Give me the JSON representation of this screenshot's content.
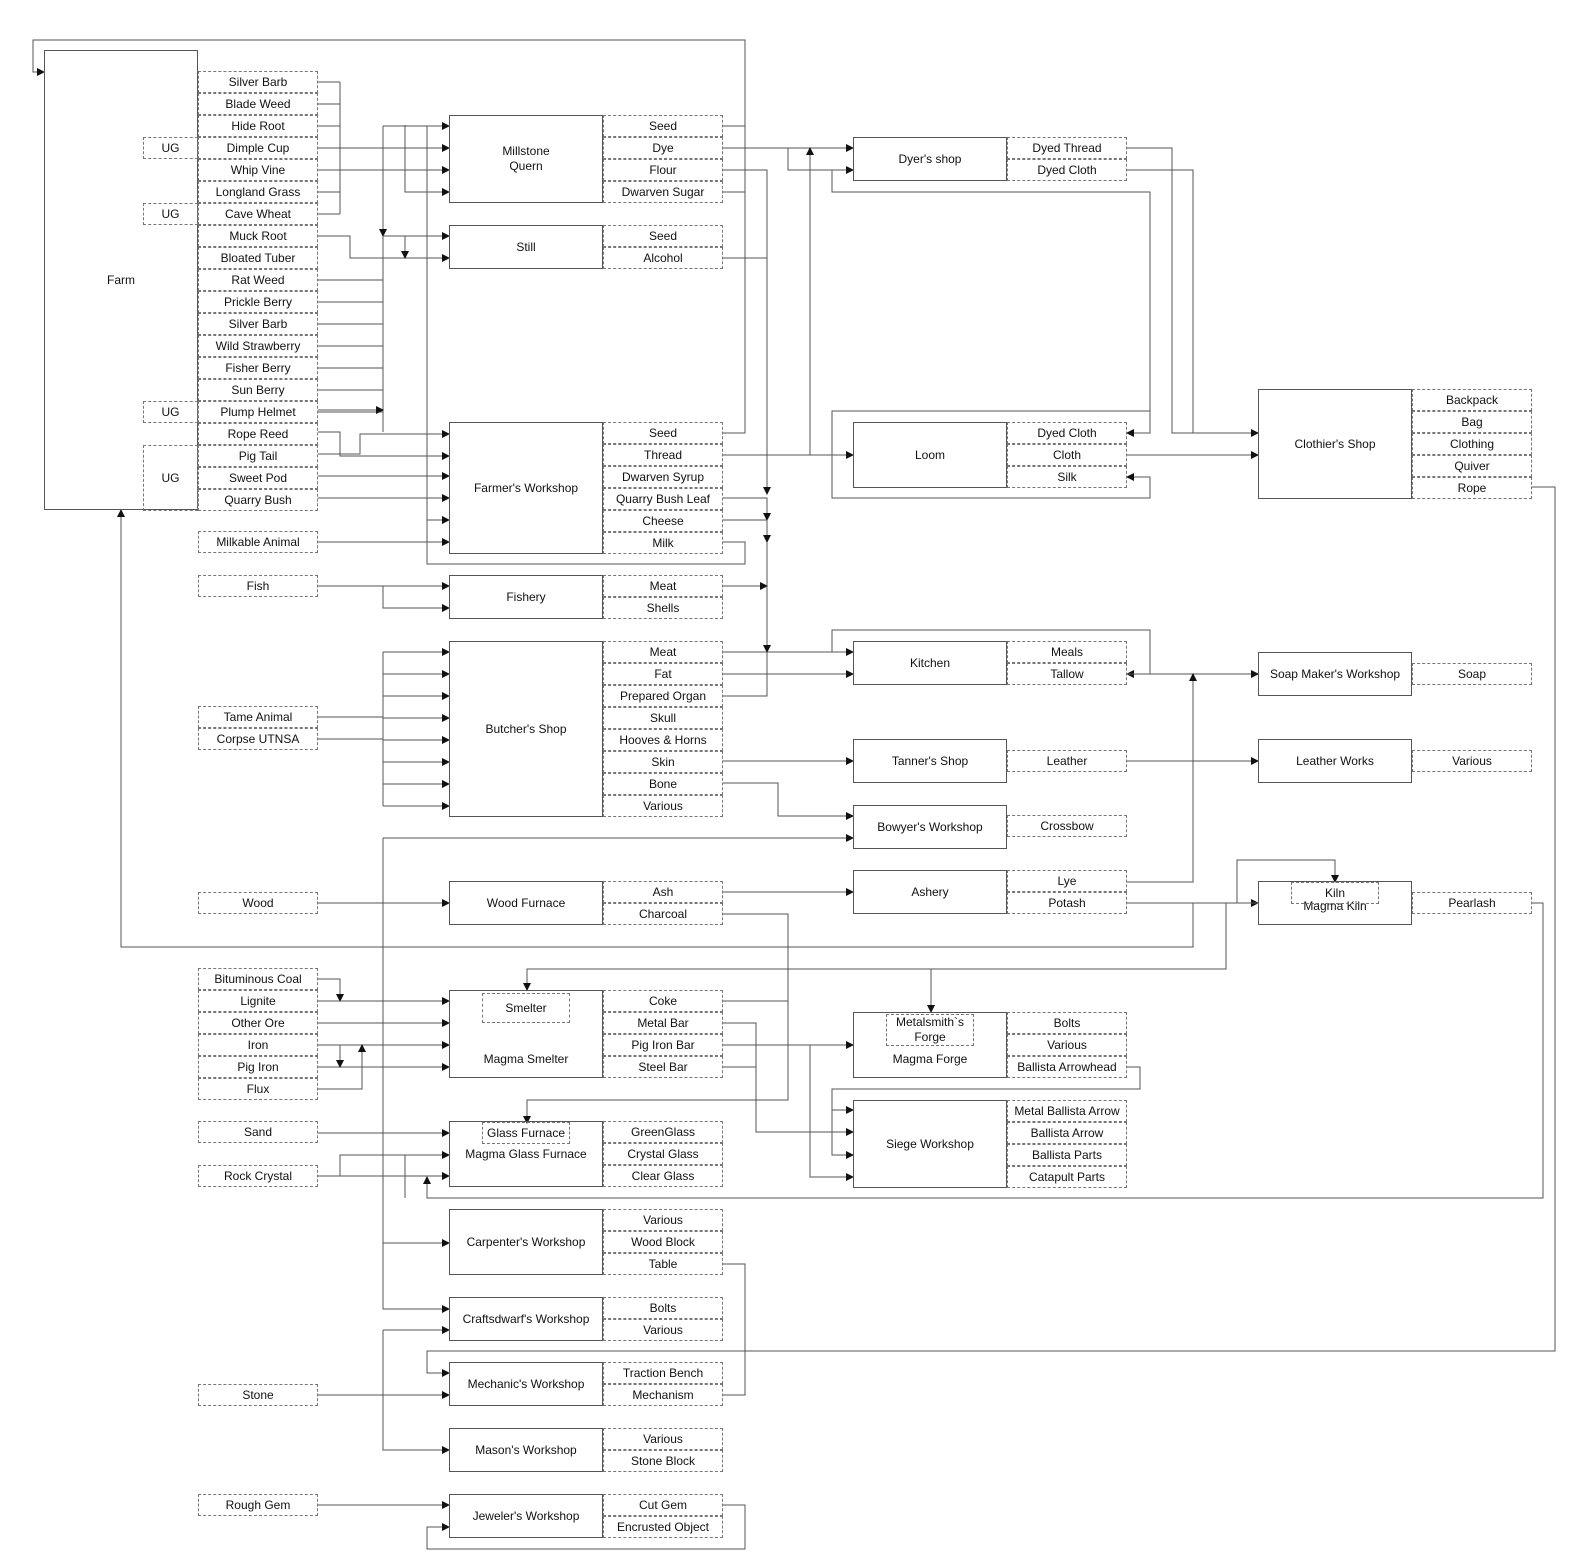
{
  "workshops": {
    "farm": "Farm",
    "millstone": "Millstone\nQuern",
    "still": "Still",
    "farmers": "Farmer's Workshop",
    "fishery": "Fishery",
    "butchers": "Butcher's Shop",
    "dyers": "Dyer's shop",
    "loom": "Loom",
    "clothiers": "Clothier's Shop",
    "kitchen": "Kitchen",
    "soapmaker": "Soap Maker's Workshop",
    "tanners": "Tanner's Shop",
    "leatherworks": "Leather Works",
    "bowyers": "Bowyer's Workshop",
    "woodfurnace": "Wood Furnace",
    "ashery": "Ashery",
    "magmakiln": "Magma Kiln",
    "kiln": "Kiln",
    "magmasmelter": "Magma Smelter",
    "smelter": "Smelter",
    "magmaforge": "Magma Forge",
    "metalsmith": "Metalsmith`s\nForge",
    "siege": "Siege Workshop",
    "magmaglass": "Magma Glass Furnace",
    "glassfurnace": "Glass Furnace",
    "carpenters": "Carpenter's Workshop",
    "craftsdwarfs": "Craftsdwarf's Workshop",
    "mechanics": "Mechanic's Workshop",
    "masons": "Mason's Workshop",
    "jewelers": "Jeweler's Workshop"
  },
  "ug_label": "UG",
  "farm_crops": [
    "Silver Barb",
    "Blade Weed",
    "Hide Root",
    "Dimple Cup",
    "Whip Vine",
    "Longland Grass",
    "Cave Wheat",
    "Muck Root",
    "Bloated Tuber",
    "Rat Weed",
    "Prickle Berry",
    "Silver Barb",
    "Wild Strawberry",
    "Fisher Berry",
    "Sun Berry",
    "Plump Helmet",
    "Rope Reed",
    "Pig Tail",
    "Sweet Pod",
    "Quarry Bush"
  ],
  "inputs": {
    "milkable_animal": "Milkable Animal",
    "fish": "Fish",
    "tame_animal": "Tame Animal",
    "corpse": "Corpse UTNSA",
    "wood": "Wood",
    "ores": [
      "Bituminous Coal",
      "Lignite",
      "Other Ore",
      "Iron",
      "Pig Iron",
      "Flux"
    ],
    "sand": "Sand",
    "rock_crystal": "Rock Crystal",
    "stone": "Stone",
    "rough_gem": "Rough Gem"
  },
  "outputs": {
    "millstone": [
      "Seed",
      "Dye",
      "Flour",
      "Dwarven Sugar"
    ],
    "still": [
      "Seed",
      "Alcohol"
    ],
    "farmers": [
      "Seed",
      "Thread",
      "Dwarven Syrup",
      "Quarry Bush Leaf",
      "Cheese",
      "Milk"
    ],
    "fishery": [
      "Meat",
      "Shells"
    ],
    "butchers": [
      "Meat",
      "Fat",
      "Prepared Organ",
      "Skull",
      "Hooves & Horns",
      "Skin",
      "Bone",
      "Various"
    ],
    "dyers": [
      "Dyed Thread",
      "Dyed Cloth"
    ],
    "loom": [
      "Dyed Cloth",
      "Cloth",
      "Silk"
    ],
    "clothiers": [
      "Backpack",
      "Bag",
      "Clothing",
      "Quiver",
      "Rope"
    ],
    "kitchen": [
      "Meals",
      "Tallow"
    ],
    "soapmaker": [
      "Soap"
    ],
    "tanners": [
      "Leather"
    ],
    "leatherworks": [
      "Various"
    ],
    "bowyers": [
      "Crossbow"
    ],
    "woodfurnace": [
      "Ash",
      "Charcoal"
    ],
    "ashery": [
      "Lye",
      "Potash"
    ],
    "magmakiln": [
      "Pearlash"
    ],
    "magmasmelter": [
      "Coke",
      "Metal Bar",
      "Pig Iron Bar",
      "Steel Bar"
    ],
    "magmaforge": [
      "Bolts",
      "Various",
      "Ballista Arrowhead"
    ],
    "siege": [
      "Metal Ballista Arrow",
      "Ballista Arrow",
      "Ballista Parts",
      "Catapult Parts"
    ],
    "magmaglass": [
      "GreenGlass",
      "Crystal Glass",
      "Clear Glass"
    ],
    "carpenters": [
      "Various",
      "Wood Block",
      "Table"
    ],
    "craftsdwarfs": [
      "Bolts",
      "Various"
    ],
    "mechanics": [
      "Traction Bench",
      "Mechanism"
    ],
    "masons": [
      "Various",
      "Stone Block"
    ],
    "jewelers": [
      "Cut Gem",
      "Encrusted Object"
    ]
  }
}
